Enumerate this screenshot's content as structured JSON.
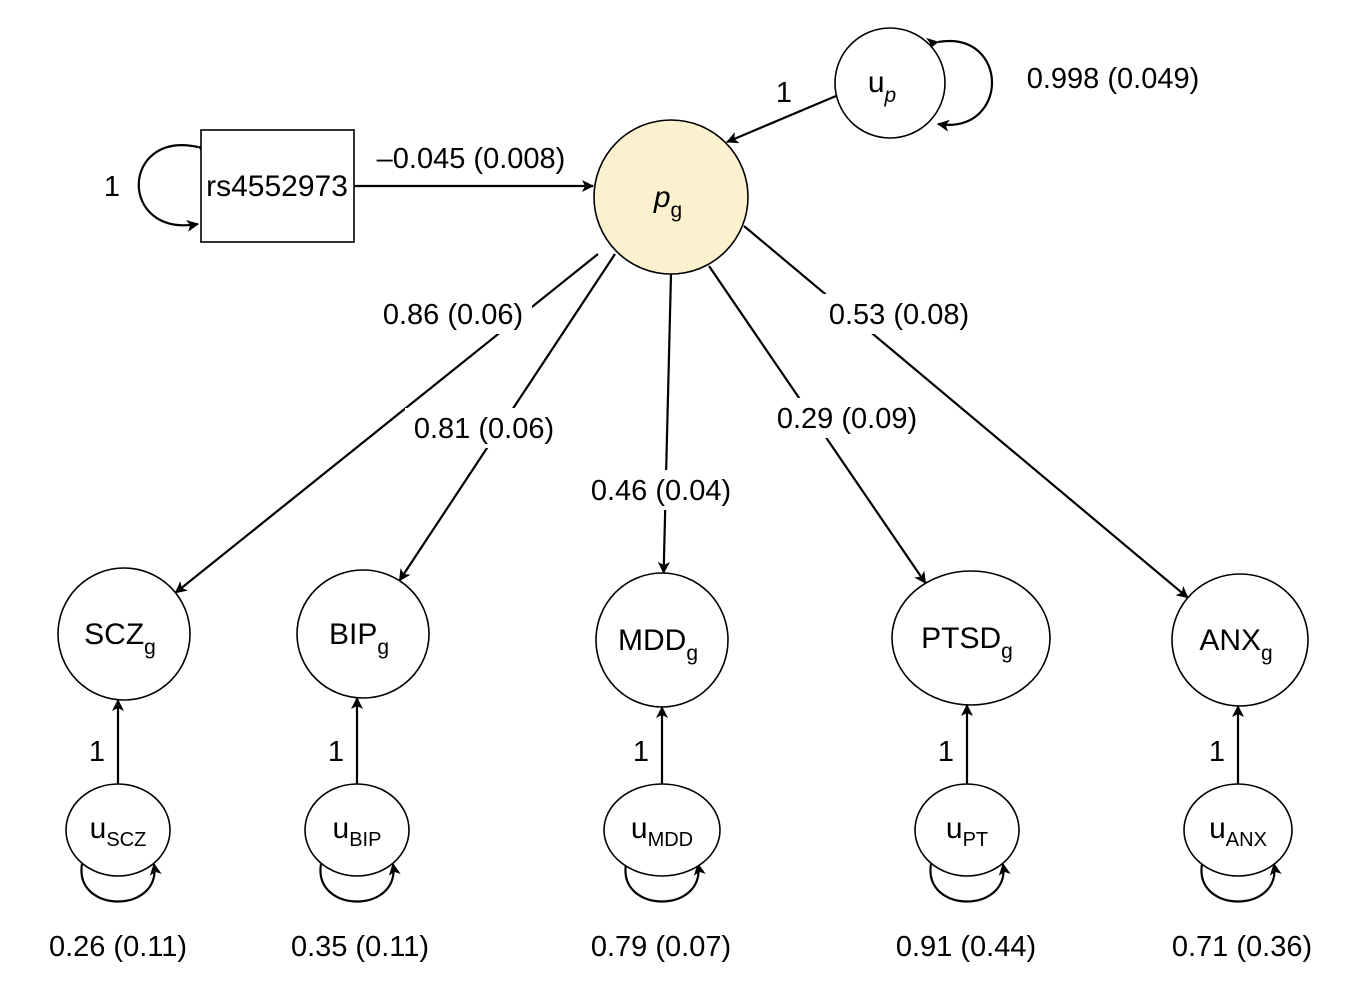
{
  "diagram": {
    "type": "path-diagram",
    "colors": {
      "highlight_fill": "#fcf1cf",
      "stroke": "#000000",
      "background": "#ffffff"
    },
    "observed": {
      "id": "snp",
      "label": "rs4552973",
      "variance_label": "1"
    },
    "factor": {
      "id": "pg",
      "main": "p",
      "sub": "g"
    },
    "factor_residual": {
      "id": "up",
      "main": "u",
      "sub": "p",
      "path_label": "1",
      "variance_label": "0.998 (0.049)"
    },
    "regression": {
      "from": "rs4552973",
      "to": "pg",
      "label": "–0.045 (0.008)"
    },
    "indicators": [
      {
        "id": "scz",
        "main": "SCZ",
        "sub": "g",
        "loading_label": "0.86 (0.06)",
        "residual_main": "u",
        "residual_sub": "SCZ",
        "residual_path_label": "1",
        "residual_variance_label": "0.26 (0.11)"
      },
      {
        "id": "bip",
        "main": "BIP",
        "sub": "g",
        "loading_label": "0.81 (0.06)",
        "residual_main": "u",
        "residual_sub": "BIP",
        "residual_path_label": "1",
        "residual_variance_label": "0.35 (0.11)"
      },
      {
        "id": "mdd",
        "main": "MDD",
        "sub": "g",
        "loading_label": "0.46 (0.04)",
        "residual_main": "u",
        "residual_sub": "MDD",
        "residual_path_label": "1",
        "residual_variance_label": "0.79 (0.07)"
      },
      {
        "id": "ptsd",
        "main": "PTSD",
        "sub": "g",
        "loading_label": "0.29 (0.09)",
        "residual_main": "u",
        "residual_sub": "PT",
        "residual_path_label": "1",
        "residual_variance_label": "0.91 (0.44)"
      },
      {
        "id": "anx",
        "main": "ANX",
        "sub": "g",
        "loading_label": "0.53 (0.08)",
        "residual_main": "u",
        "residual_sub": "ANX",
        "residual_path_label": "1",
        "residual_variance_label": "0.71 (0.36)"
      }
    ]
  }
}
